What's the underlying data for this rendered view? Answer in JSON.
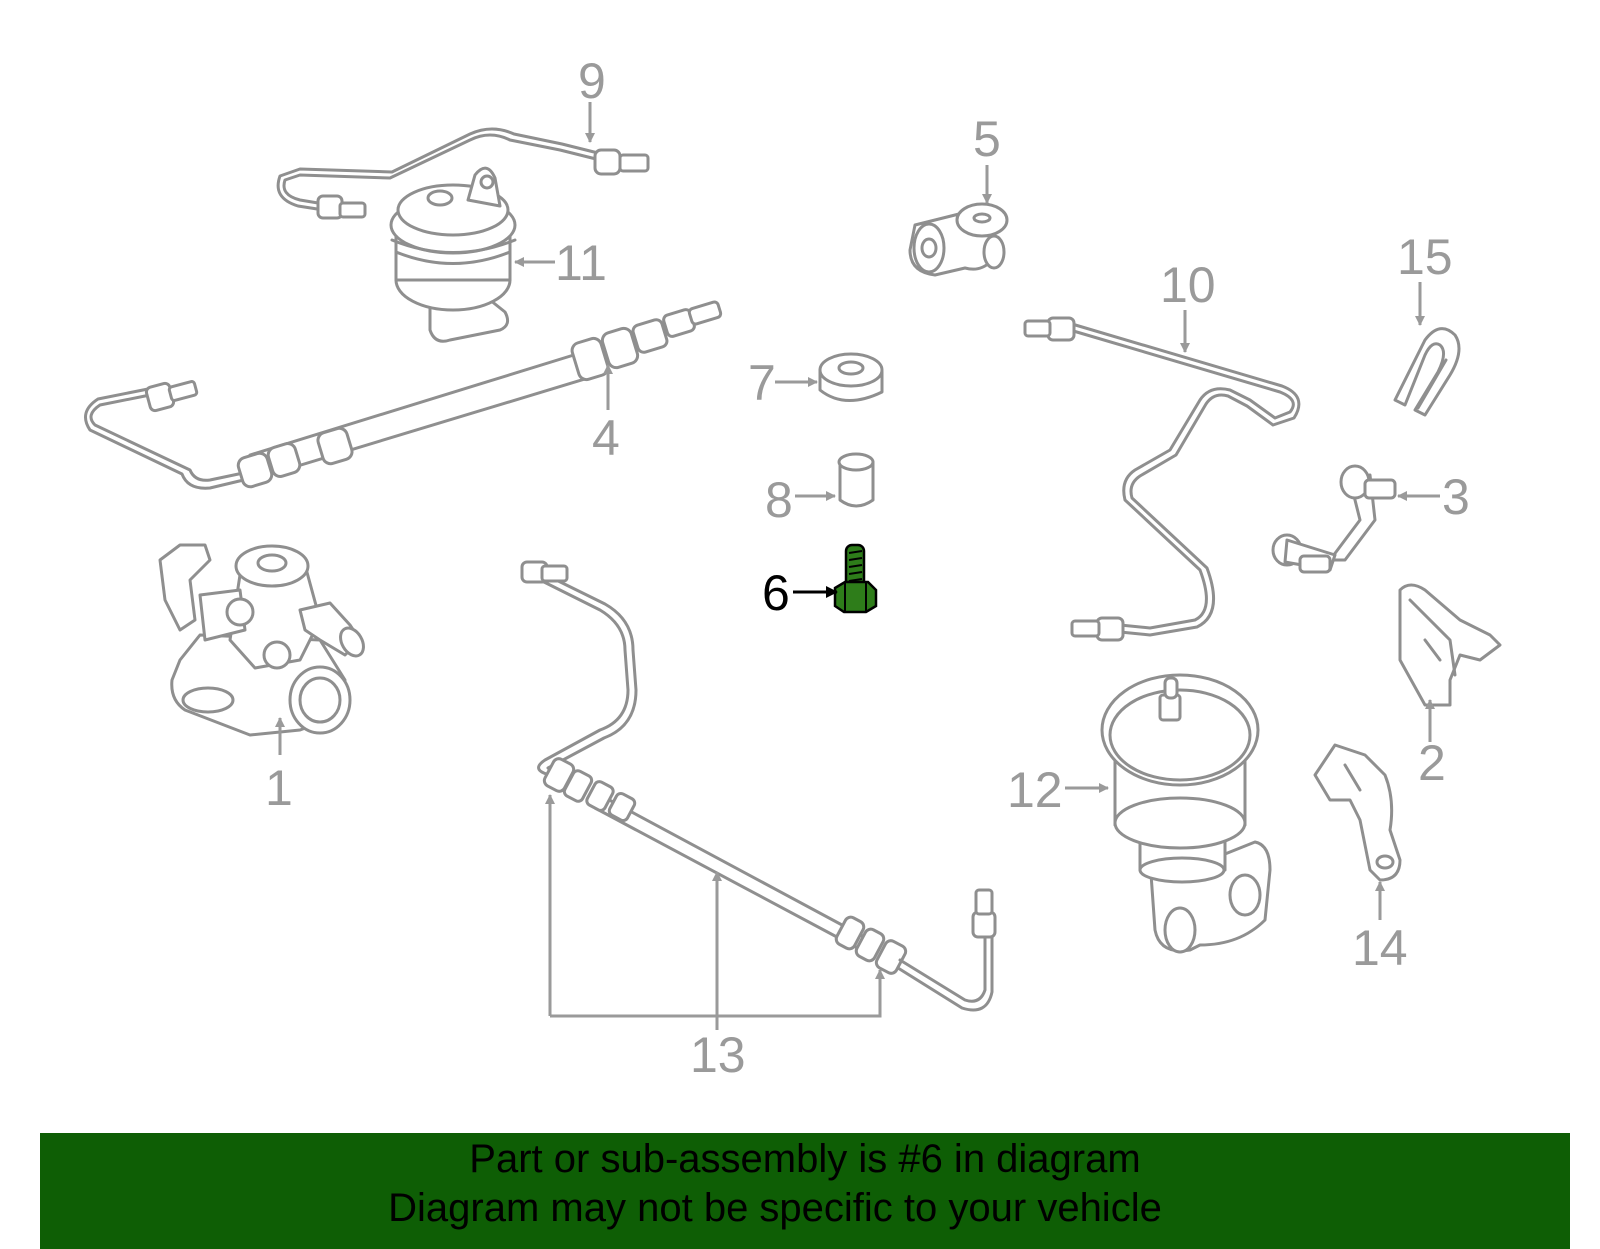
{
  "diagram": {
    "highlighted_part": "6",
    "callouts": [
      "1",
      "2",
      "3",
      "4",
      "5",
      "6",
      "7",
      "8",
      "9",
      "10",
      "11",
      "12",
      "13",
      "14",
      "15"
    ],
    "highlight_color": "#2e7d1a",
    "line_color": "#8f8f8f"
  },
  "banner": {
    "line1": "Part or sub-assembly is #6 in diagram",
    "line2": "Diagram may not be specific to your vehicle",
    "background": "#0e5e05"
  }
}
